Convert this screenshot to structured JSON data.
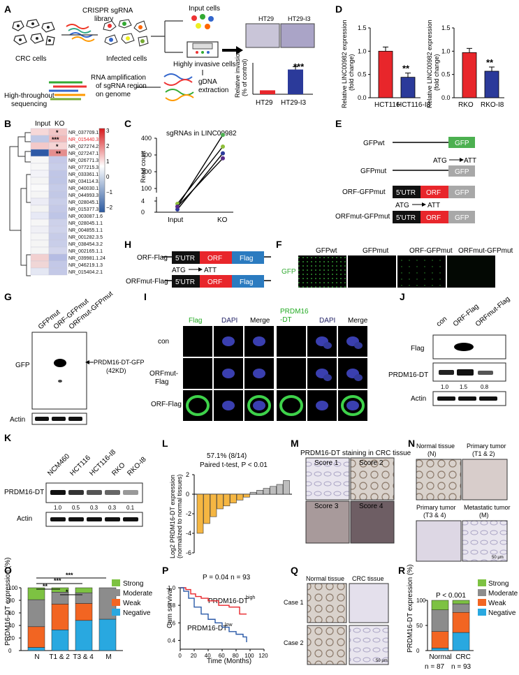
{
  "panels": {
    "A": {
      "letter": "A",
      "crispr_library": [
        "CRISPR sgRNA",
        "library"
      ],
      "crc_cells": "CRC cells",
      "infected_cells": "Infected cells",
      "input_cells": "Input cells",
      "highly_invasive": "Highly invasive cells",
      "gdna_extraction": [
        "gDNA",
        "extraction"
      ],
      "rna_amplification": [
        "RNA amplification",
        "of sgRNA region",
        "on genome"
      ],
      "sequencing": [
        "High-throughout",
        "sequencing"
      ],
      "image_labels": [
        "HT29",
        "HT29-I3"
      ],
      "invasion_ylabel": [
        "Relative invasion",
        "(% of control)"
      ],
      "significance": "***",
      "invasion_chart": {
        "type": "bar",
        "categories": [
          "HT29",
          "HT29-I3"
        ],
        "values": [
          1,
          6.3
        ],
        "ylim": [
          0,
          8
        ]
      }
    },
    "D": {
      "letter": "D",
      "ylabel": [
        "Relative LINC00982 expression",
        "(fold change)"
      ],
      "significance": "**",
      "chart_data": [
        {
          "type": "bar",
          "categories": [
            "HCT116",
            "HCT116-I8"
          ],
          "values": [
            1.0,
            0.44
          ],
          "ylim": [
            0,
            1.5
          ],
          "yticks": [
            "0.0",
            "0.5",
            "1.0",
            "1.5"
          ]
        },
        {
          "type": "bar",
          "categories": [
            "RKO",
            "RKO-I8"
          ],
          "values": [
            0.97,
            0.57
          ],
          "ylim": [
            0,
            1.5
          ],
          "yticks": [
            "0.0",
            "0.5",
            "1.0",
            "1.5"
          ]
        }
      ]
    },
    "B": {
      "letter": "B",
      "columns": [
        "Input",
        "KO"
      ],
      "rows": [
        "NR_037709.1.1",
        "NR_015440.3.4",
        "NR_027274.2.2",
        "NR_027247.1.6",
        "NR_026771.3.8",
        "NR_077215.3.2",
        "NR_033361.1.3",
        "NR_034114.3.2",
        "NR_040030.1.2",
        "NR_044993.3.1",
        "NR_028045.1.1",
        "NR_015377.3.7",
        "NR_003087.1.6",
        "NR_028045.1.1",
        "NR_004855.1.1",
        "NR_001282.3.5",
        "NR_038454.3.2",
        "NR_002165.1.1",
        "NR_039981.1.24",
        "NR_046219.1.3",
        "NR_015404.2.1"
      ],
      "highlight_row": "NR_015440.3.4",
      "stars": [
        "*",
        "***",
        "*",
        "**"
      ],
      "scale_ticks": [
        "3",
        "2",
        "1",
        "0",
        "−1",
        "−2"
      ]
    },
    "C": {
      "letter": "C",
      "title": "sgRNAs in LINC00982",
      "ylabel": "Read count",
      "yticks": [
        "0",
        "4",
        "100",
        "200",
        "300",
        "400"
      ],
      "xlabels": [
        "Input",
        "KO"
      ],
      "chart_data": {
        "type": "line",
        "x": [
          "Input",
          "KO"
        ],
        "series": [
          {
            "values": [
              2,
              420
            ]
          },
          {
            "values": [
              3,
              350
            ]
          },
          {
            "values": [
              1,
              310
            ]
          },
          {
            "values": [
              2,
              280
            ]
          }
        ]
      }
    },
    "E": {
      "letter": "E",
      "constructs": [
        "GFPwt",
        "GFPmut",
        "ORF-GFPmut",
        "ORFmut-GFPmut"
      ],
      "gfp": "GFP",
      "utr": "5'UTR",
      "orf": "ORF",
      "mutation": [
        "ATG",
        "ATT"
      ]
    },
    "H": {
      "letter": "H",
      "constructs": [
        "ORF-Flag",
        "ORFmut-Flag"
      ],
      "flag": "Flag",
      "mutation": [
        "ATG",
        "ATT"
      ]
    },
    "F": {
      "letter": "F",
      "columns": [
        "GFPwt",
        "GFPmut",
        "ORF-GFPmut",
        "ORFmut-GFPmut"
      ],
      "row_label": "GFP"
    },
    "G": {
      "letter": "G",
      "lanes": [
        "GFPmut",
        "ORF-GFPmut",
        "ORFmut-GFPmut"
      ],
      "gfp_label": "GFP",
      "band_arrow": "PRDM16-DT-GFP",
      "band_size": "(42KD)",
      "actin": "Actin"
    },
    "I": {
      "letter": "I",
      "headers_left": [
        "Flag",
        "DAPI",
        "Merge"
      ],
      "headers_right": [
        "DAPI",
        "Merge"
      ],
      "header_prdm": [
        "PRDM16",
        "-DT"
      ],
      "rows": [
        "con",
        "ORFmut-",
        "ORF-Flag"
      ],
      "row2b": "Flag"
    },
    "J": {
      "letter": "J",
      "lanes": [
        "con",
        "ORF-Flag",
        "ORFmut-Flag"
      ],
      "blots": [
        "Flag",
        "PRDM16-DT",
        "Actin"
      ],
      "quant": [
        "1.0",
        "1.5",
        "0.8"
      ]
    },
    "K": {
      "letter": "K",
      "lanes": [
        "NCM460",
        "HCT116",
        "HCT116-I8",
        "RKO",
        "RKO-I8"
      ],
      "blots": [
        "PRDM16-DT",
        "Actin"
      ],
      "quant": [
        "1.0",
        "0.5",
        "0.3",
        "0.3",
        "0.1"
      ]
    },
    "L": {
      "letter": "L",
      "title": "57.1% (8/14)",
      "subtitle": "Paired t-test, P < 0.01",
      "ylabel": [
        "Log2 PRDM16-DT expression",
        "(normalized to normal tissues)"
      ],
      "yticks": [
        "2",
        "0",
        "-2",
        "-4",
        "-6"
      ],
      "chart_data": {
        "type": "bar",
        "values": [
          -4.0,
          -3.0,
          -2.3,
          -1.5,
          -1.2,
          -0.9,
          -0.6,
          -0.3,
          0.2,
          0.4,
          0.6,
          0.8,
          1.0,
          1.4
        ],
        "ylim": [
          -6,
          2
        ]
      }
    },
    "M": {
      "letter": "M",
      "title": "PRDM16-DT staining in CRC tissue",
      "scores": [
        "Score 1",
        "Score 2",
        "Score 3",
        "Score 4"
      ]
    },
    "N": {
      "letter": "N",
      "labels": [
        [
          "Normal tissue",
          "(N)"
        ],
        [
          "Primary tumor",
          "(T1 & 2)"
        ],
        [
          "Primary tumor",
          "(T3 & 4)"
        ],
        [
          "Metastatic tumor",
          "(M)"
        ]
      ],
      "scalebar": "50 μm"
    },
    "O": {
      "letter": "O",
      "ylabel": "PRDM16-DT expression (%)",
      "yticks": [
        "0",
        "20",
        "40",
        "60",
        "80",
        "100"
      ],
      "sig": [
        "***",
        "***",
        "**",
        "*"
      ],
      "legend": [
        "Strong",
        "Moderate",
        "Weak",
        "Negative"
      ],
      "colors": {
        "strong": "#7DC242",
        "moderate": "#8C8C8C",
        "weak": "#F26522",
        "negative": "#29A8E0"
      },
      "chart_data": {
        "type": "bar",
        "stacked": true,
        "categories": [
          "N",
          "T1 & 2",
          "T3 & 4",
          "M"
        ],
        "series": [
          {
            "name": "Negative",
            "values": [
              5,
              33,
              48,
              50
            ]
          },
          {
            "name": "Weak",
            "values": [
              33,
              41,
              27,
              0
            ]
          },
          {
            "name": "Moderate",
            "values": [
              43,
              19,
              17,
              50
            ]
          },
          {
            "name": "Strong",
            "values": [
              19,
              7,
              8,
              0
            ]
          }
        ],
        "ylim": [
          0,
          100
        ]
      }
    },
    "P": {
      "letter": "P",
      "stats": "P = 0.04   n = 93",
      "ylabel": "Cum survival",
      "xlabel": "Time (Months)",
      "high": "PRDM16-DT",
      "high_sup": "high",
      "low": "PRDM16-DT",
      "low_sup": "low",
      "yticks": [
        "0.4",
        "0.6",
        "0.8",
        "1.0"
      ],
      "xticks": [
        "0",
        "20",
        "40",
        "60",
        "80",
        "100",
        "120"
      ],
      "chart_data": {
        "type": "line",
        "xlim": [
          0,
          120
        ],
        "ylim": [
          0.3,
          1.0
        ],
        "series": [
          {
            "name": "PRDM16-DT high",
            "x": [
              0,
              8,
              15,
              22,
              30,
              40,
              55,
              70,
              85,
              95
            ],
            "y": [
              1.0,
              0.98,
              0.93,
              0.9,
              0.88,
              0.85,
              0.8,
              0.78,
              0.7,
              0.7
            ]
          },
          {
            "name": "PRDM16-DT low",
            "x": [
              0,
              5,
              12,
              20,
              30,
              40,
              50,
              60,
              70,
              80,
              90,
              95
            ],
            "y": [
              1.0,
              0.96,
              0.88,
              0.78,
              0.7,
              0.64,
              0.6,
              0.55,
              0.5,
              0.47,
              0.44,
              0.38
            ]
          }
        ]
      }
    },
    "Q": {
      "letter": "Q",
      "headers": [
        "Normal tissue",
        "CRC tissue"
      ],
      "rows": [
        "Case 1",
        "Case 2"
      ],
      "scalebar": "50 μm"
    },
    "R": {
      "letter": "R",
      "ylabel": "PRDM16-DT expression (%)",
      "stat": "P < 0.001",
      "yticks": [
        "0",
        "50",
        "100"
      ],
      "legend": [
        "Strong",
        "Moderate",
        "Weak",
        "Negative"
      ],
      "xlabels": [
        "Normal",
        "CRC"
      ],
      "ns": [
        "n = 87",
        "n = 93"
      ],
      "chart_data": {
        "type": "bar",
        "stacked": true,
        "categories": [
          "Normal",
          "CRC"
        ],
        "series": [
          {
            "name": "Negative",
            "values": [
              5,
              36
            ]
          },
          {
            "name": "Weak",
            "values": [
              33,
              40
            ]
          },
          {
            "name": "Moderate",
            "values": [
              43,
              17
            ]
          },
          {
            "name": "Strong",
            "values": [
              19,
              7
            ]
          }
        ],
        "ylim": [
          0,
          100
        ]
      }
    }
  }
}
